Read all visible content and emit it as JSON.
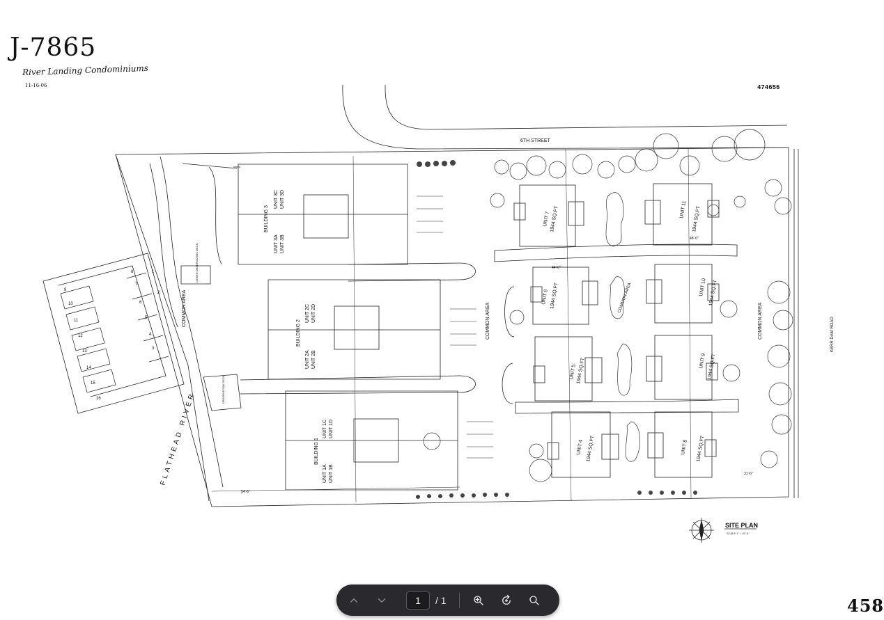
{
  "document": {
    "job_number": "J-7865",
    "project_name": "River Landing Condominiums",
    "date": "11-16-06",
    "stamp_number": "474656",
    "corner_page_number": "458"
  },
  "plan": {
    "street_top": "6TH STREET",
    "road_right": "KERR DAM ROAD",
    "river": "FLATHEAD RIVER",
    "title": "SITE PLAN",
    "scale": "SCALE 1\" = 20'-0\"",
    "common_area_center": "COMMON AREA",
    "common_area_right": "COMMON AREA",
    "common_area_left": "COMMON AREA",
    "common_area_court": "COMMON AREA",
    "observation_deck": "OBSERVATION DECK",
    "lower_observation_deck": "LOWER OBSERVATION DECK",
    "buildings": [
      {
        "name": "BUILDING 3",
        "units_upper": [
          "UNIT 3C",
          "UNIT 3D"
        ],
        "units_lower": [
          "UNIT 3A",
          "UNIT 3B"
        ]
      },
      {
        "name": "BUILDING 2",
        "units_upper": [
          "UNIT 2C",
          "UNIT 2D"
        ],
        "units_lower": [
          "UNIT 2A",
          "UNIT 2B"
        ]
      },
      {
        "name": "BUILDING 1",
        "units_upper": [
          "UNIT 1C",
          "UNIT 1D"
        ],
        "units_lower": [
          "UNIT 1A",
          "UNIT 1B"
        ]
      }
    ],
    "units": [
      {
        "name": "UNIT 7",
        "area": "1944 SQ.FT"
      },
      {
        "name": "UNIT 11",
        "area": "1944 SQ.FT"
      },
      {
        "name": "UNIT 6",
        "area": "1944 SQ.FT"
      },
      {
        "name": "UNIT 10",
        "area": "1944 SQ.FT"
      },
      {
        "name": "UNIT 5",
        "area": "1944 SQ.FT"
      },
      {
        "name": "UNIT 9",
        "area": "1944 SQ.FT"
      },
      {
        "name": "UNIT 4",
        "area": "1944 SQ.FT"
      },
      {
        "name": "UNIT 8",
        "area": "1944 SQ.FT"
      }
    ],
    "slips": [
      "1",
      "2",
      "3",
      "4",
      "5",
      "6",
      "7",
      "8",
      "9",
      "10",
      "11",
      "12",
      "13",
      "14",
      "15",
      "16"
    ],
    "dimensions": {
      "width_44": "44'-0\"",
      "depth_48": "48'-0\"",
      "side_54": "54'-6\"",
      "road_31": "31'-6\""
    }
  },
  "toolbar": {
    "current_page": "1",
    "total_pages": "/ 1"
  },
  "colors": {
    "toolbar_bg": "#2a2a2e",
    "line": "#222222"
  }
}
